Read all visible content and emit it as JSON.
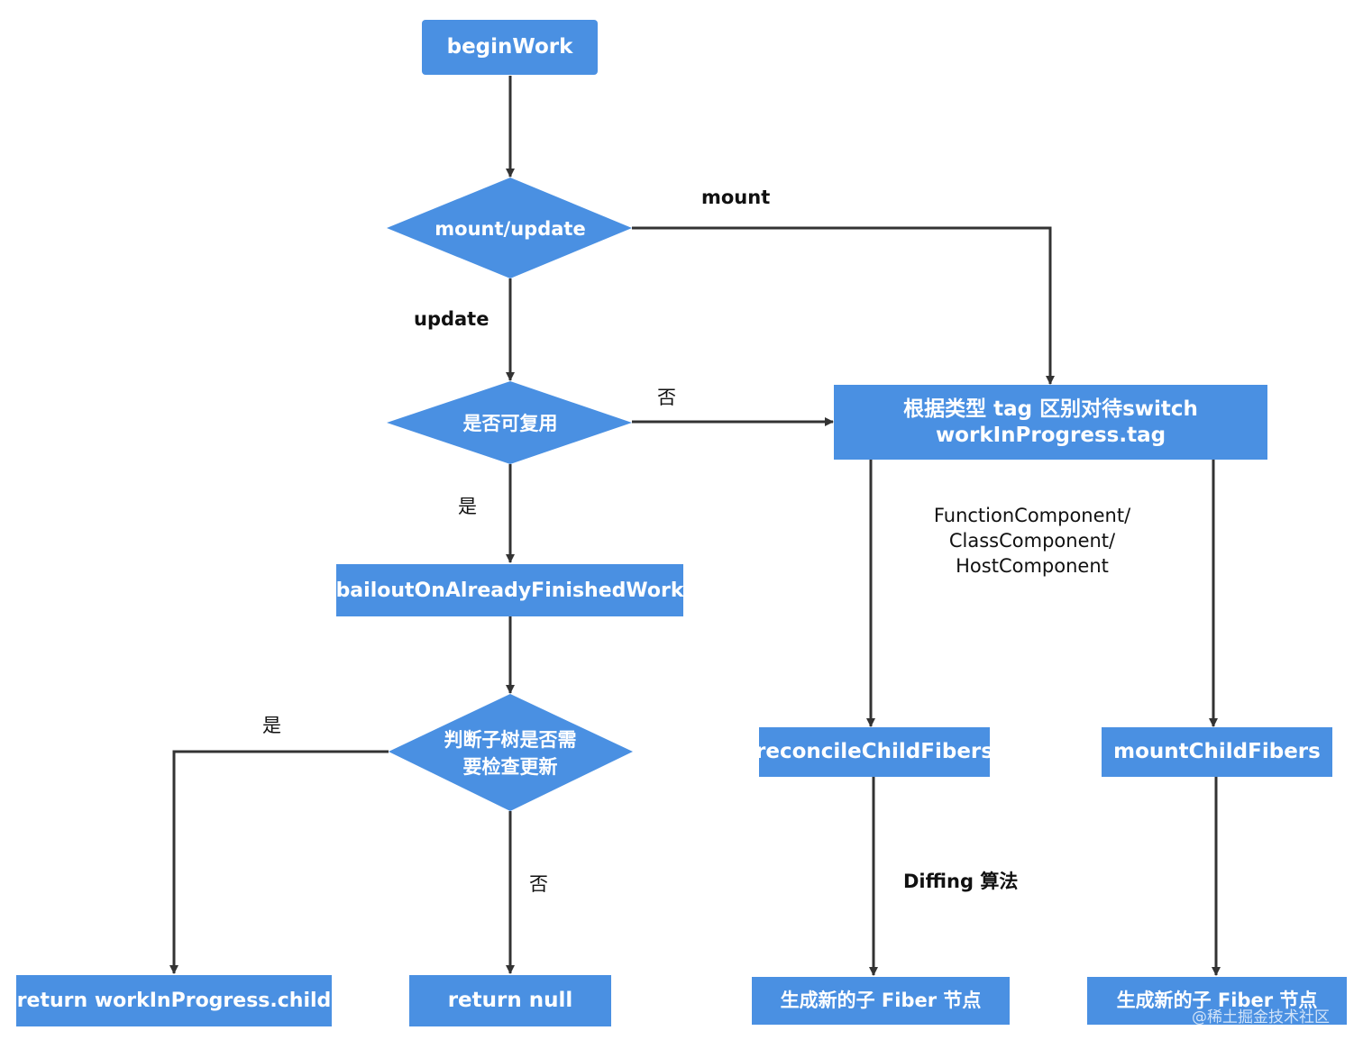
{
  "nodes": {
    "begin_work": "beginWork",
    "mount_update": "mount/update",
    "is_reusable": "是否可复用",
    "switch_tag_line1": "根据类型 tag 区别对待switch",
    "switch_tag_line2": "workInProgress.tag",
    "bailout": "bailoutOnAlreadyFinishedWork",
    "check_subtree_line1": "判断子树是否需",
    "check_subtree_line2": "要检查更新",
    "reconcile_child_fibers": "reconcileChildFibers",
    "mount_child_fibers": "mountChildFibers",
    "return_child": "return workInProgress.child",
    "return_null": "return null",
    "new_fiber_left": "生成新的子 Fiber 节点",
    "new_fiber_right": "生成新的子 Fiber 节点"
  },
  "edge_labels": {
    "mount": "mount",
    "update": "update",
    "no_reuse": "否",
    "yes_reuse": "是",
    "yes_check": "是",
    "no_check": "否",
    "component_types": [
      "FunctionComponent/",
      "ClassComponent/",
      "HostComponent"
    ],
    "diffing": "Diffing 算法"
  },
  "watermark": "@稀土掘金技术社区",
  "colors": {
    "node_fill": "#4a90e2",
    "edge": "#333333",
    "text_on_node": "#ffffff"
  }
}
